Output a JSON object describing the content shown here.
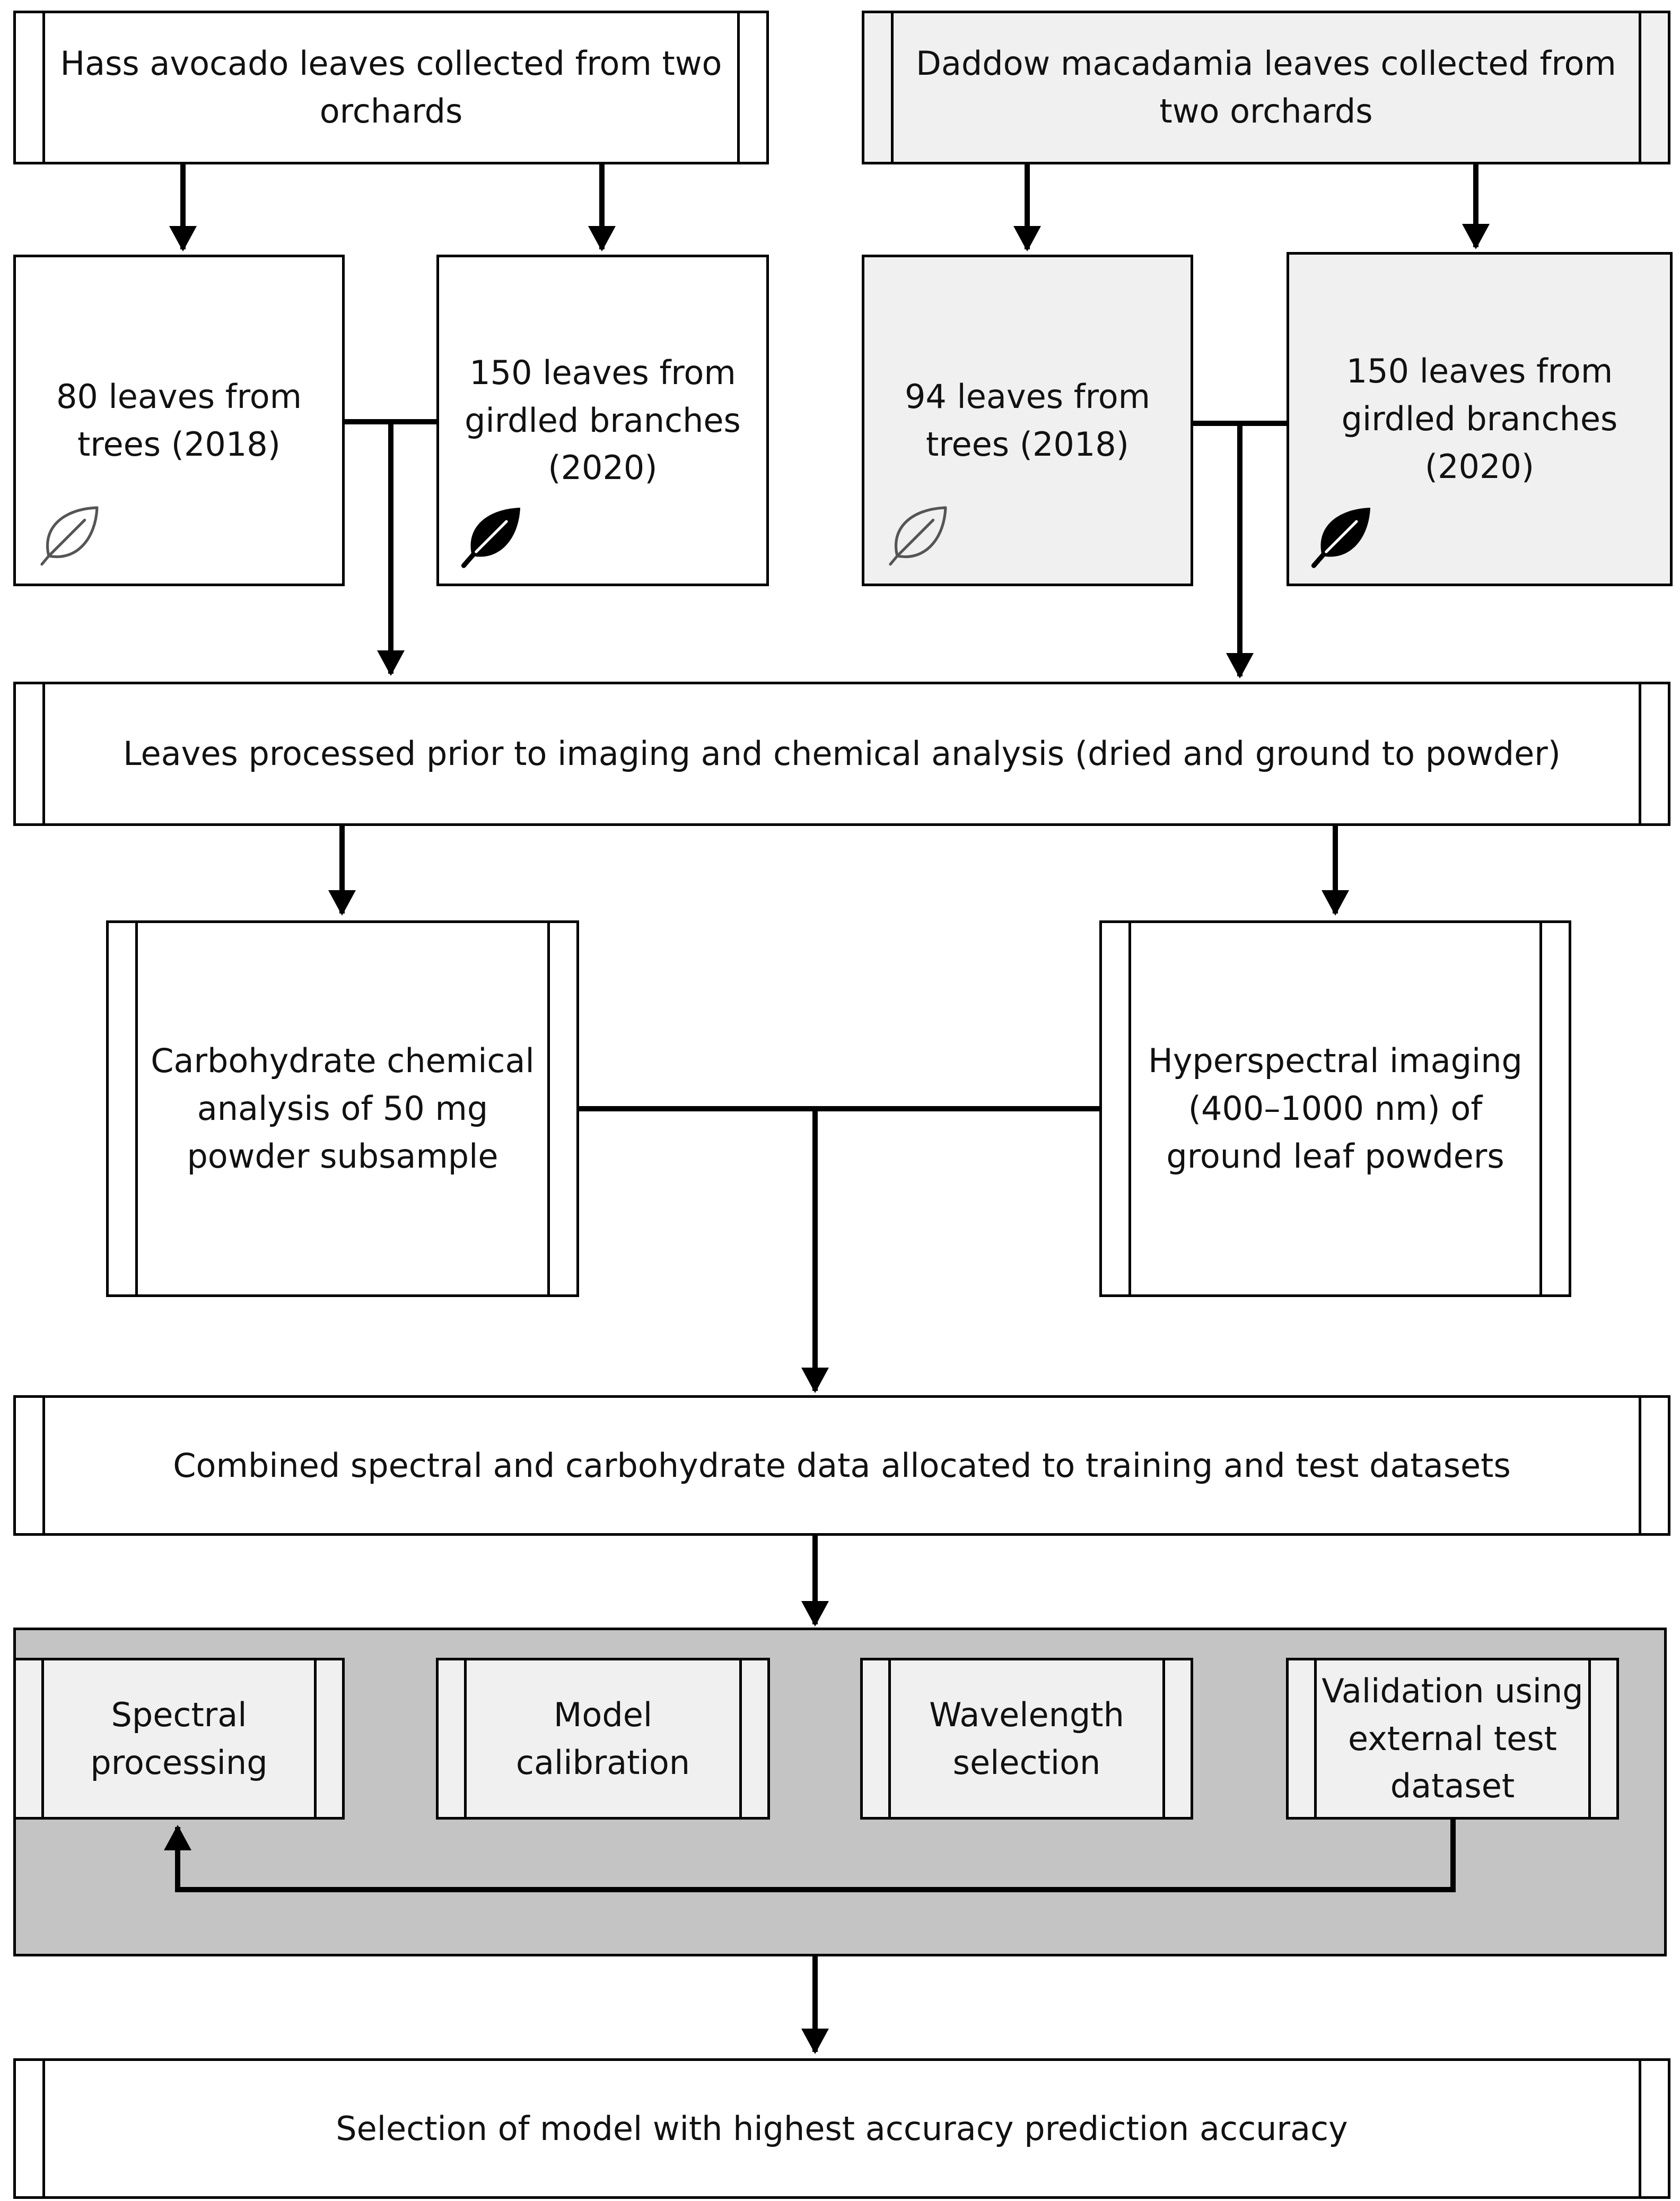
{
  "colors": {
    "stroke": "#000000",
    "box_fill": "#ffffff",
    "grey_box_fill": "#f0f0f0",
    "panel_fill": "#c4c4c4"
  },
  "avocado": {
    "source": "Hass avocado leaves collected from two\norchards",
    "trees": "80 leaves from\ntrees (2018)",
    "girdled": "150 leaves from\ngirdled branches\n(2020)"
  },
  "macadamia": {
    "source": "Daddow macadamia leaves collected from\ntwo orchards",
    "trees": "94 leaves from\ntrees (2018)",
    "girdled": "150 leaves from\ngirdled branches\n(2020)"
  },
  "icons": {
    "trees_leaf": "leaf-outline-icon",
    "girdled_leaf": "leaf-filled-icon"
  },
  "processing": "Leaves processed prior to imaging and chemical analysis (dried and ground to powder)",
  "chemical_analysis": "Carbohydrate chemical\nanalysis of 50 mg\npowder subsample",
  "hyperspectral": "Hyperspectral imaging\n(400–1000 nm) of\nground leaf powders",
  "combined": "Combined spectral and carbohydrate data allocated to training and test datasets",
  "modelling_loop": {
    "spectral": "Spectral\nprocessing",
    "calibration": "Model\ncalibration",
    "wavelength": "Wavelength\nselection",
    "validation": "Validation using\nexternal test\ndataset"
  },
  "selection": "Selection of model with highest accuracy prediction accuracy"
}
